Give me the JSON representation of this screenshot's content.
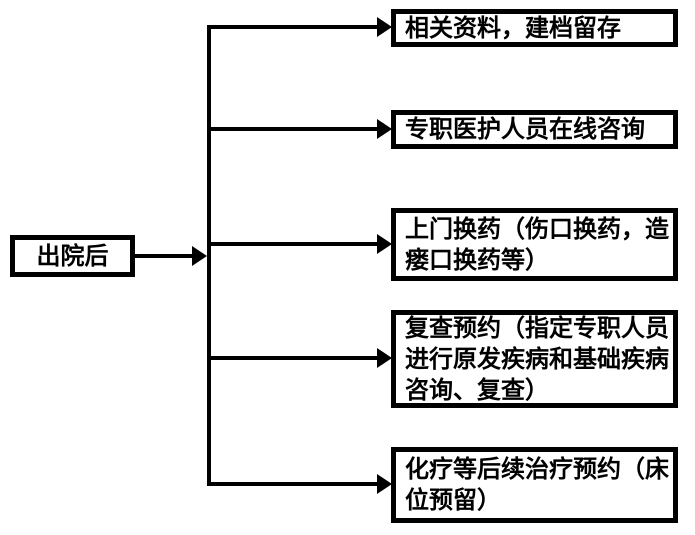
{
  "diagram": {
    "root": {
      "label": "出院后"
    },
    "branches": [
      {
        "label": "相关资料，建档留存"
      },
      {
        "label": "专职医护人员在线咨询"
      },
      {
        "label": "上门换药（伤口换药，造\n瘘口换药等）"
      },
      {
        "label": "复查预约（指定专职人员\n进行原发疾病和基础疾病\n咨询、复查）"
      },
      {
        "label": "化疗等后续治疗预约（床\n位预留）"
      }
    ],
    "colors": {
      "line": "#000000",
      "box_border": "#000000",
      "background": "#ffffff",
      "text": "#000000"
    }
  }
}
